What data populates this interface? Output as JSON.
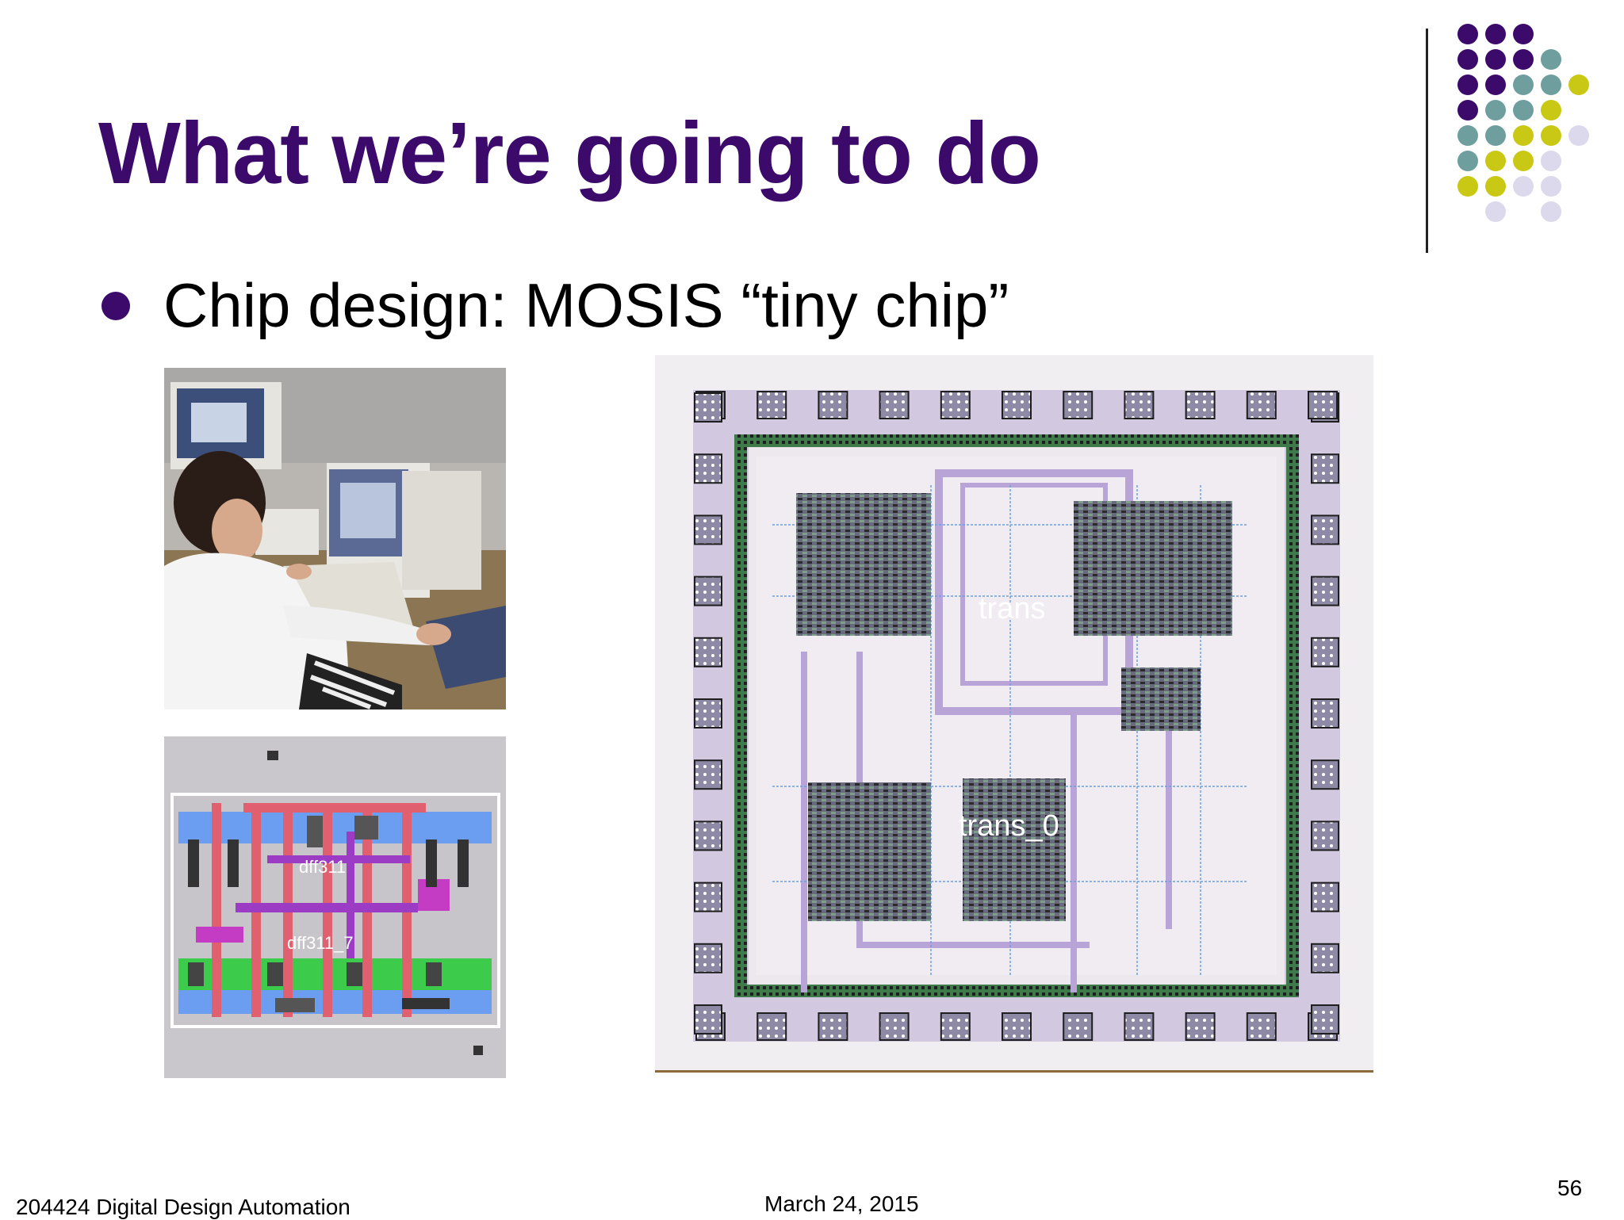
{
  "slide": {
    "title": "What we’re going to do",
    "bullet": "Chip design: MOSIS “tiny chip”",
    "footer_left": "204424 Digital Design Automation",
    "footer_center": "March 24, 2015",
    "page_number": "56"
  },
  "cell_layout": {
    "labels": [
      "dff311",
      "dff311_7"
    ]
  },
  "chip_layout": {
    "labels": [
      "trans",
      "trans_0"
    ]
  },
  "colors": {
    "title": "#3b0a6b",
    "dot_purple": "#3b0a6b",
    "dot_teal": "#6e9e9e",
    "dot_yellow": "#c9c814",
    "dot_lavender": "#dcd9ec"
  }
}
